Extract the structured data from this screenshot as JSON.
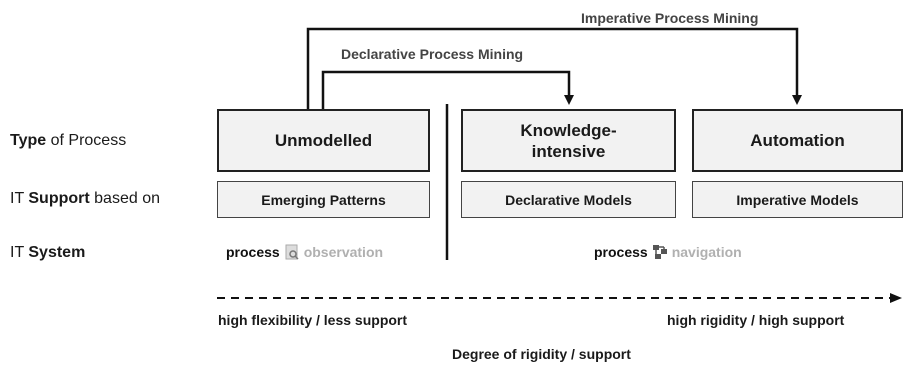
{
  "arrows": {
    "imperative_label": "Imperative Process Mining",
    "declarative_label": "Declarative Process Mining"
  },
  "rows": {
    "type_bold": "Type",
    "type_rest": " of Process",
    "support_prefix": "IT ",
    "support_bold": "Support",
    "support_rest": " based on",
    "system_prefix": "IT ",
    "system_bold": "System"
  },
  "columns": [
    {
      "process_type": "Unmodelled",
      "it_support": "Emerging Patterns"
    },
    {
      "process_type": "Knowledge-\nintensive",
      "it_support": "Declarative Models"
    },
    {
      "process_type": "Automation",
      "it_support": "Imperative Models"
    }
  ],
  "systems": {
    "left_word1": "process",
    "left_word2": "observation",
    "left_icon": "magnifier-icon",
    "right_word1": "process",
    "right_word2": "navigation",
    "right_icon": "flow-icon"
  },
  "axis": {
    "left_label": "high flexibility / less support",
    "right_label": "high rigidity / high support",
    "title": "Degree of rigidity / support"
  },
  "colors": {
    "box_fill": "#f2f2f2",
    "line": "#111111",
    "logo_light": "#b0b0b0"
  }
}
